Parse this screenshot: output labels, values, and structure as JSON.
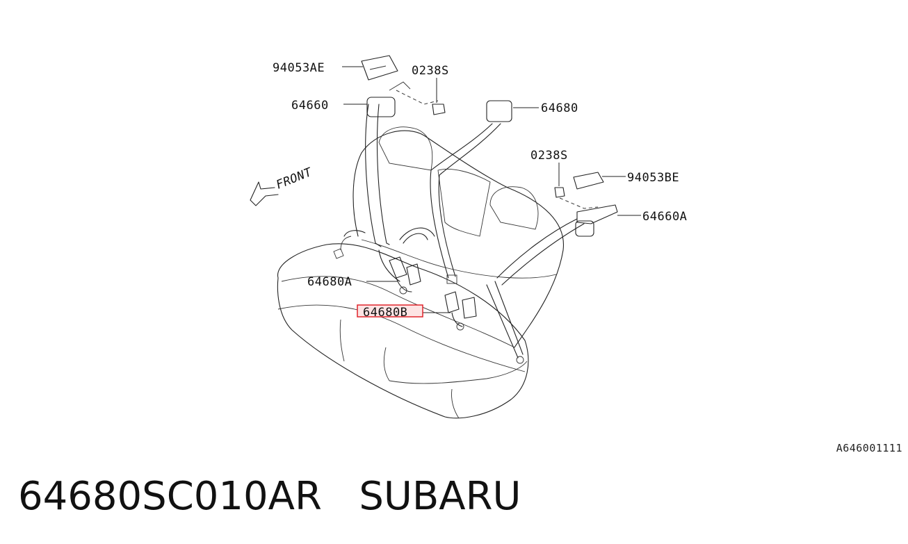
{
  "diagram": {
    "front_label": "FRONT",
    "callouts": {
      "p94053AE": "94053AE",
      "p0238S_left": "0238S",
      "p64660": "64660",
      "p64680": "64680",
      "p0238S_right": "0238S",
      "p94053BE": "94053BE",
      "p64660A": "64660A",
      "p64680A": "64680A",
      "p64680B": "64680B"
    },
    "highlighted_part": "64680B",
    "highlight_color": "#e0242b",
    "reference_code": "A646001111"
  },
  "footer": {
    "part_number": "64680SC010AR",
    "brand": "SUBARU"
  }
}
